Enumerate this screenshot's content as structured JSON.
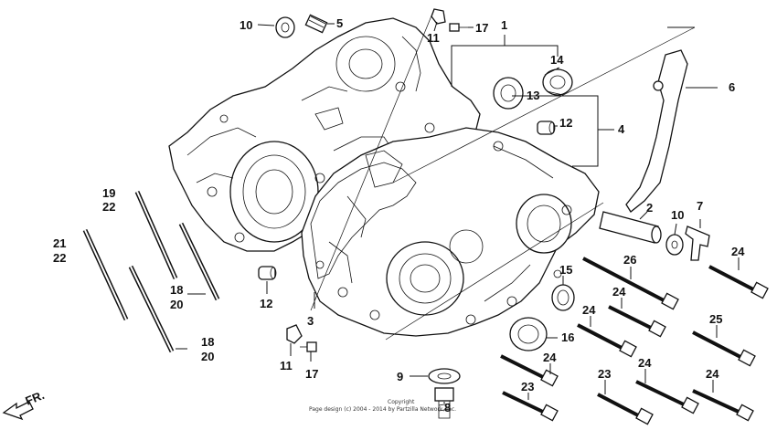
{
  "parts": [
    {
      "id": "p10a",
      "text": "10"
    },
    {
      "id": "p5",
      "text": "5"
    },
    {
      "id": "p11a",
      "text": "11"
    },
    {
      "id": "p17a",
      "text": "17"
    },
    {
      "id": "p1",
      "text": "1"
    },
    {
      "id": "p14",
      "text": "14"
    },
    {
      "id": "p13",
      "text": "13"
    },
    {
      "id": "p12a",
      "text": "12"
    },
    {
      "id": "p4",
      "text": "4"
    },
    {
      "id": "p6",
      "text": "6"
    },
    {
      "id": "p2",
      "text": "2"
    },
    {
      "id": "p10b",
      "text": "10"
    },
    {
      "id": "p7",
      "text": "7"
    },
    {
      "id": "p24a",
      "text": "24"
    },
    {
      "id": "p26",
      "text": "26"
    },
    {
      "id": "p24b",
      "text": "24"
    },
    {
      "id": "p15",
      "text": "15"
    },
    {
      "id": "p24c",
      "text": "24"
    },
    {
      "id": "p25",
      "text": "25"
    },
    {
      "id": "p16",
      "text": "16"
    },
    {
      "id": "p24d",
      "text": "24"
    },
    {
      "id": "p24e",
      "text": "24"
    },
    {
      "id": "p23a",
      "text": "23"
    },
    {
      "id": "p24f",
      "text": "24"
    },
    {
      "id": "p23b",
      "text": "23"
    },
    {
      "id": "p9",
      "text": "9"
    },
    {
      "id": "p8",
      "text": "8"
    },
    {
      "id": "p19",
      "text": "19"
    },
    {
      "id": "p22a",
      "text": "22"
    },
    {
      "id": "p21",
      "text": "21"
    },
    {
      "id": "p22b",
      "text": "22"
    },
    {
      "id": "p18a",
      "text": "18"
    },
    {
      "id": "p20a",
      "text": "20"
    },
    {
      "id": "p12b",
      "text": "12"
    },
    {
      "id": "p3",
      "text": "3"
    },
    {
      "id": "p18b",
      "text": "18"
    },
    {
      "id": "p20b",
      "text": "20"
    },
    {
      "id": "p11b",
      "text": "11"
    },
    {
      "id": "p17b",
      "text": "17"
    }
  ],
  "front_label": "FR.",
  "copyright_line1": "Copyright",
  "copyright_line2": "Page design (c) 2004 - 2014 by Partzilla Network, Inc."
}
